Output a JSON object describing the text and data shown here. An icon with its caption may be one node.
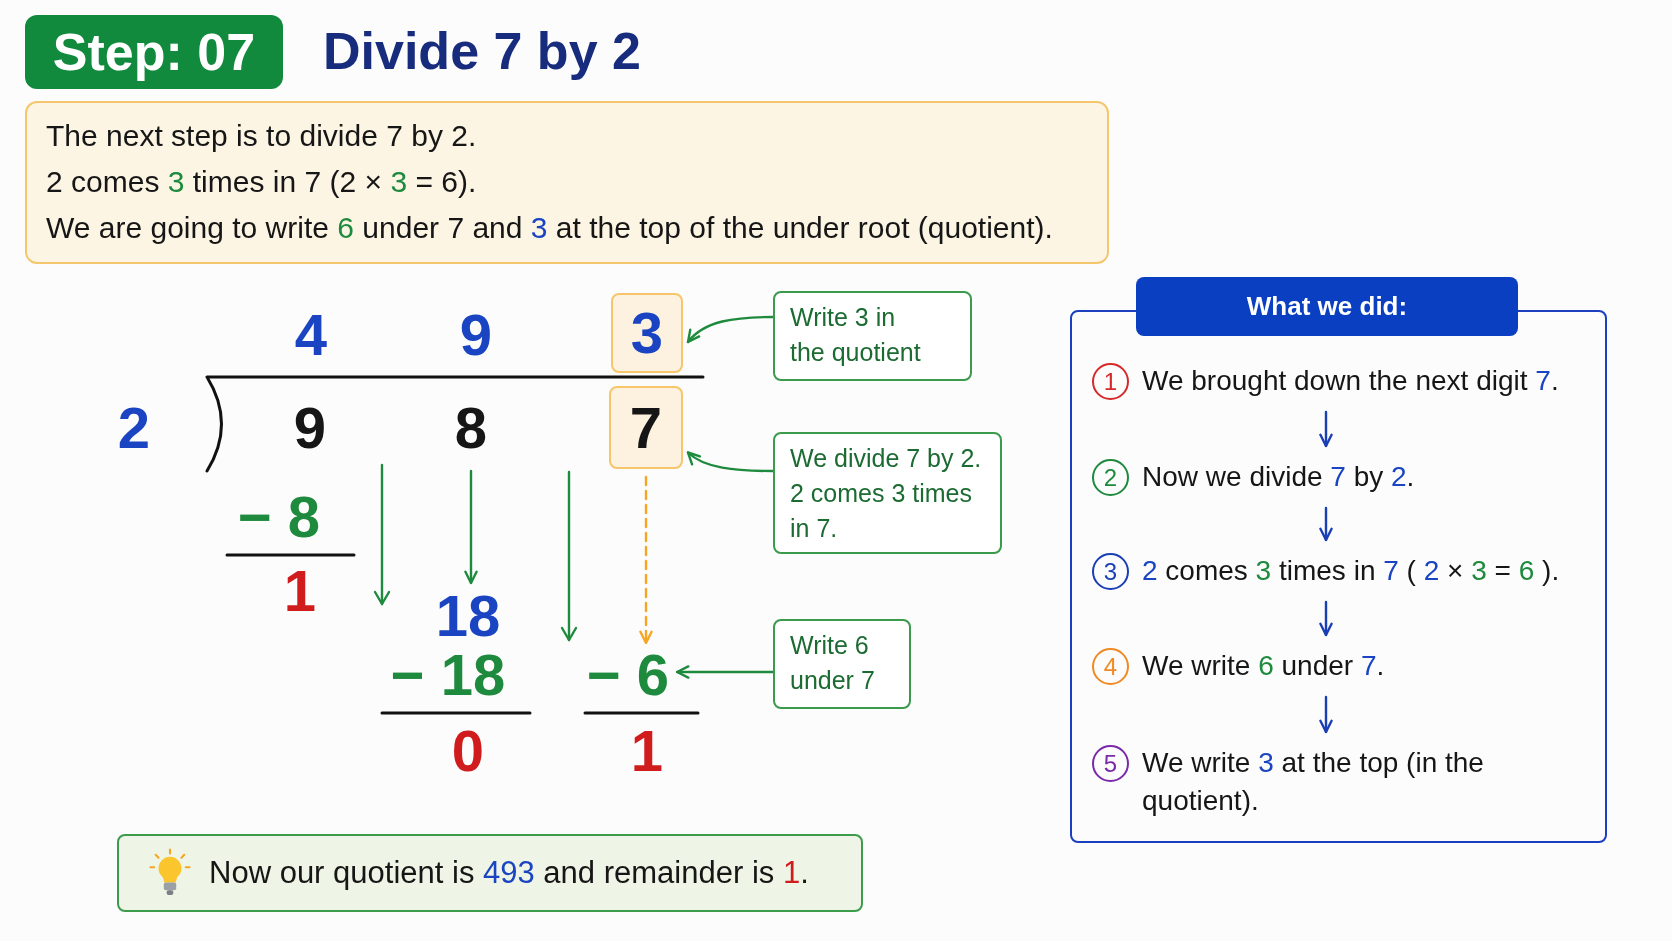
{
  "diagram": {
    "title": "Divide 7 by 2",
    "nodes": [
      {
        "text": [
          "Step: 07"
        ]
      },
      {
        "text": [
          "The next step is to divide 7 by 2.",
          "2 comes 3 times in 7 (2 × 3 = 6).",
          "We are going to write 6 under 7 and 3 at the top of the under root (quotient)."
        ]
      },
      {
        "text": [
          "3"
        ]
      },
      {
        "text": [
          "Write 3 in the quotient"
        ]
      },
      {
        "text": [
          "8"
        ]
      },
      {
        "text": [
          "7"
        ]
      },
      {
        "text": [
          "We divide 7 by 2. 2 comes 3 times in 7."
        ]
      },
      {
        "text": [
          "18"
        ]
      },
      {
        "text": [
          "− 6"
        ]
      },
      {
        "text": [
          "Write 6 under 7"
        ]
      },
      {
        "text": [],
        "shape": "box"
      },
      {
        "text": [
          "What we did:"
        ]
      },
      {
        "text": [
          "1"
        ],
        "in": 10
      },
      {
        "text": [
          "We brought down the next digit 7."
        ],
        "in": 10
      },
      {
        "text": [
          "2"
        ],
        "in": 10
      },
      {
        "text": [
          "Now we divide 7 by 2."
        ],
        "in": 10
      },
      {
        "text": [
          "3"
        ],
        "in": 10
      },
      {
        "text": [
          "2 comes 3 times in 7 ( 2 × 3 = 6 )."
        ],
        "in": 10
      },
      {
        "text": [
          "4"
        ],
        "in": 10
      },
      {
        "text": [
          "We write 6 under 7."
        ],
        "in": 10
      },
      {
        "text": [
          "5"
        ],
        "in": 10
      },
      {
        "text": [
          "We write 3 at the top (in the quotient)."
        ],
        "in": 10
      },
      {
        "text": [
          "Now our quotient is 493 and remainder is 1."
        ]
      }
    ],
    "edges": [
      {
        "from": 3,
        "to": 2,
        "arrow": "to"
      },
      {
        "from": 6,
        "to": 5,
        "arrow": "to"
      },
      {
        "from": 9,
        "to": 8,
        "arrow": "to"
      },
      {
        "from": 4,
        "to": 7,
        "arrow": "to"
      },
      {
        "from": 5,
        "to": 8,
        "arrow": "to",
        "style": "dashed",
        "color": "#f5a623"
      },
      {
        "from": 13,
        "to": 15,
        "arrow": "to",
        "color": "#1a3fb5"
      },
      {
        "from": 15,
        "to": 17,
        "arrow": "to",
        "color": "#1a3fb5"
      },
      {
        "from": 17,
        "to": 19,
        "arrow": "to",
        "color": "#1a3fb5"
      },
      {
        "from": 19,
        "to": 21,
        "arrow": "to",
        "color": "#1a3fb5"
      }
    ],
    "labels": [
      "4",
      "9",
      "2",
      "9",
      "− 8",
      "1",
      "− 18",
      "0",
      "1"
    ]
  }
}
